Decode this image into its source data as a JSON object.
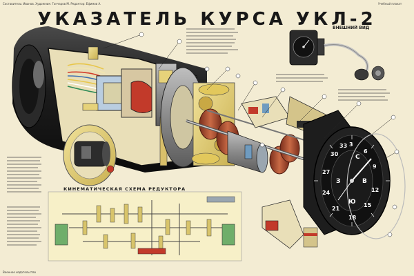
{
  "poster": {
    "title": "УКАЗАТЕЛЬ КУРСА УКЛ-2",
    "subtitle_external_view": "ВНЕШНИЙ ВИД",
    "scheme_title": "КИНЕМАТИЧЕСКАЯ СХЕМА РЕДУКТОРА",
    "top_left_caption": "Составитель: Иванов. Художник: Гончаров М. Редактор: Ефимов А.",
    "top_right_caption": "Учебный плакат",
    "bottom_caption": "Военное издательство",
    "dial_numbers": [
      "33",
      "3",
      "6",
      "9",
      "12",
      "15",
      "18",
      "21",
      "24",
      "27",
      "30"
    ],
    "dial_letters": [
      "С",
      "В",
      "Ю",
      "З"
    ]
  },
  "colors": {
    "background": "#f3ecd3",
    "housing_dark": "#1f1f1f",
    "yellow_parts": "#e6d27a",
    "copper_coils": "#b8553a",
    "blue_parts": "#6f9bbf",
    "red_parts": "#c23a2a",
    "scheme_bg": "#f7f0c8"
  }
}
